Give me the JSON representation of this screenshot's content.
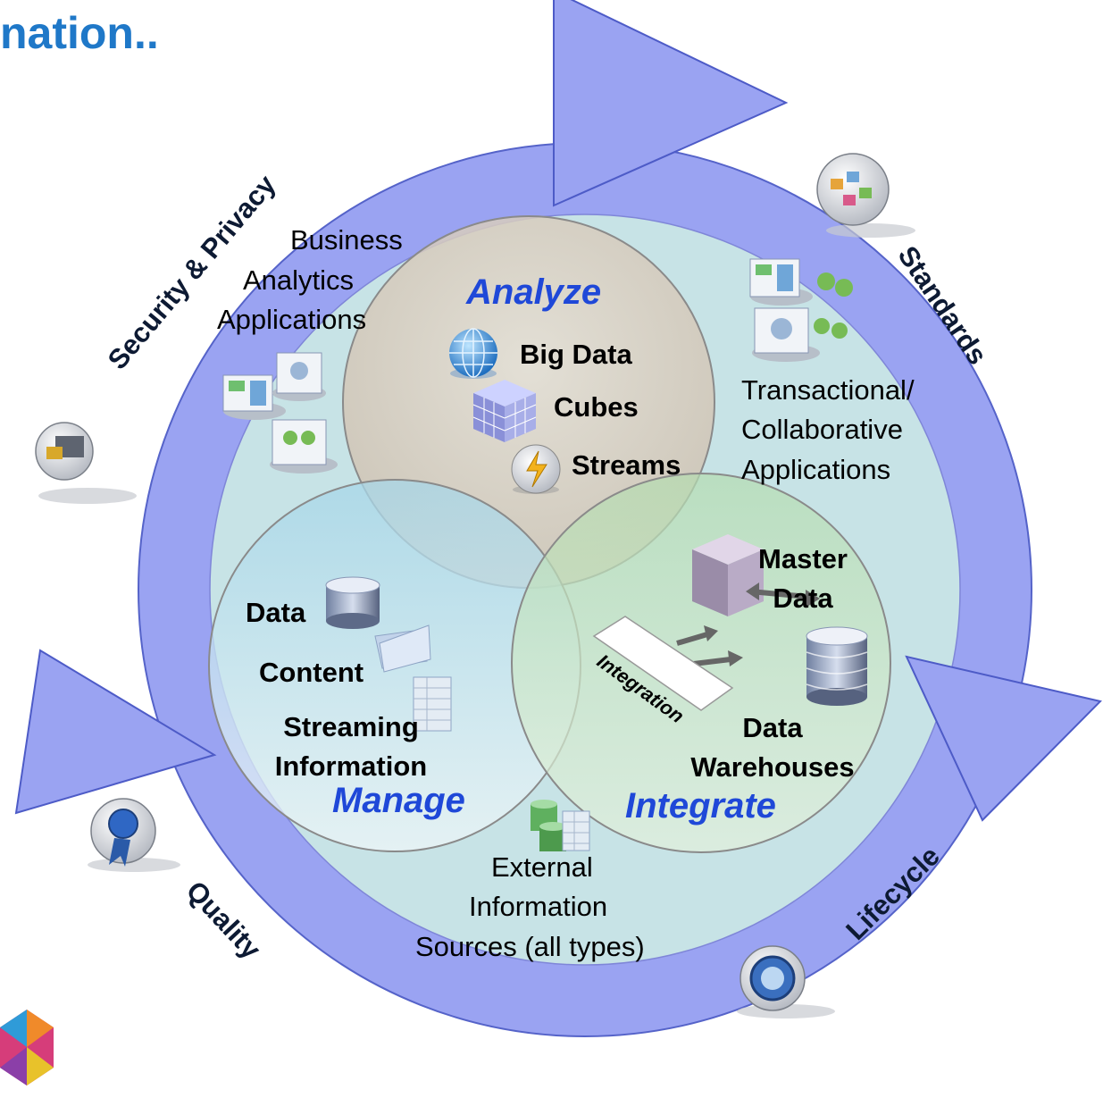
{
  "title_fragment": "nation..",
  "venn": {
    "analyze": {
      "title": "Analyze",
      "items": [
        "Big Data",
        "Cubes",
        "Streams"
      ]
    },
    "manage": {
      "title": "Manage",
      "items": [
        "Data",
        "Content",
        "Streaming Information"
      ]
    },
    "integrate": {
      "title": "Integrate",
      "items": [
        "Master Data",
        "Data Warehouses"
      ],
      "tag": "Integration"
    }
  },
  "ring_labels": {
    "security": "Security & Privacy",
    "standards": "Standards",
    "quality": "Quality",
    "lifecycle": "Lifecycle"
  },
  "outer_labels": {
    "business_analytics": [
      "Business",
      "Analytics",
      "Applications"
    ],
    "transactional": [
      "Transactional/",
      "Collaborative",
      "Applications"
    ],
    "external": [
      "External",
      "Information",
      "Sources (all types)"
    ]
  },
  "icons": [
    "globe-icon",
    "cube-grid-icon",
    "streams-icon",
    "database-icon",
    "folder-icon",
    "table-icon",
    "master-data-cube-icon",
    "warehouse-db-icon",
    "app-screens-icon",
    "lock-monitor-icon",
    "ribbon-icon",
    "cycle-icon",
    "standards-blocks-icon",
    "external-sources-icon",
    "logo-icon"
  ],
  "colors": {
    "ring": "#9aa3f2",
    "ring_stroke": "#5563c9",
    "inner": "#c7e3e6",
    "title": "#1f78c8",
    "venn_title": "#1f48d8"
  }
}
